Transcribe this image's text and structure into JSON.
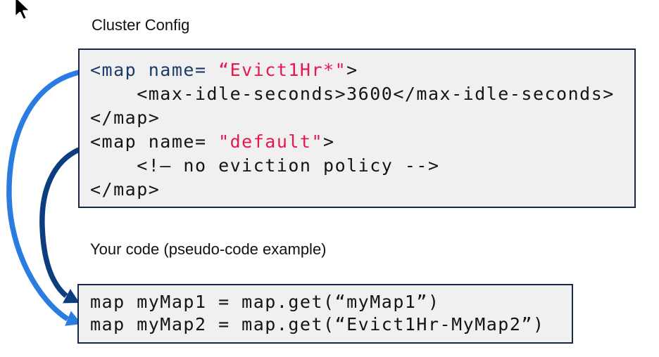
{
  "labels": {
    "config_title": "Cluster Config",
    "code_title": "Your code (pseudo-code example)"
  },
  "config_box": {
    "lines": [
      {
        "segments": [
          {
            "text": "<map name= ",
            "color": "navy"
          },
          {
            "text": "“Evict1Hr*\"",
            "color": "red"
          },
          {
            "text": ">",
            "color": "black"
          }
        ]
      },
      {
        "segments": [
          {
            "text": "    <max-idle-seconds>3600</max-idle-seconds>",
            "color": "black"
          }
        ]
      },
      {
        "segments": [
          {
            "text": "</map>",
            "color": "black"
          }
        ]
      },
      {
        "segments": [
          {
            "text": "<map name= ",
            "color": "black"
          },
          {
            "text": "\"default\"",
            "color": "red"
          },
          {
            "text": ">",
            "color": "black"
          }
        ]
      },
      {
        "segments": [
          {
            "text": "    <!– no eviction policy -->",
            "color": "black"
          }
        ]
      },
      {
        "segments": [
          {
            "text": "</map>",
            "color": "black"
          }
        ]
      }
    ]
  },
  "code_box": {
    "lines": [
      "map myMap1 = map.get(“myMap1”)",
      "map myMap2 = map.get(“Evict1Hr-MyMap2”)"
    ]
  },
  "arrows": [
    {
      "name": "evict-map-to-mymap2",
      "from": "Evict1Hr* map config",
      "to": "myMap2 line",
      "color_key": "arrow_blue"
    },
    {
      "name": "default-map-to-mymap1",
      "from": "default map config",
      "to": "myMap1 line",
      "color_key": "arrow_navy"
    }
  ],
  "colors": {
    "navy_text": "#1b3a64",
    "red_text": "#e8174e",
    "black_text": "#141414",
    "box_border": "#16294b",
    "box_bg": "#f0f0f1",
    "arrow_blue": "#2a7ce0",
    "arrow_navy": "#0c3d7f",
    "page_bg": "#ffffff"
  }
}
